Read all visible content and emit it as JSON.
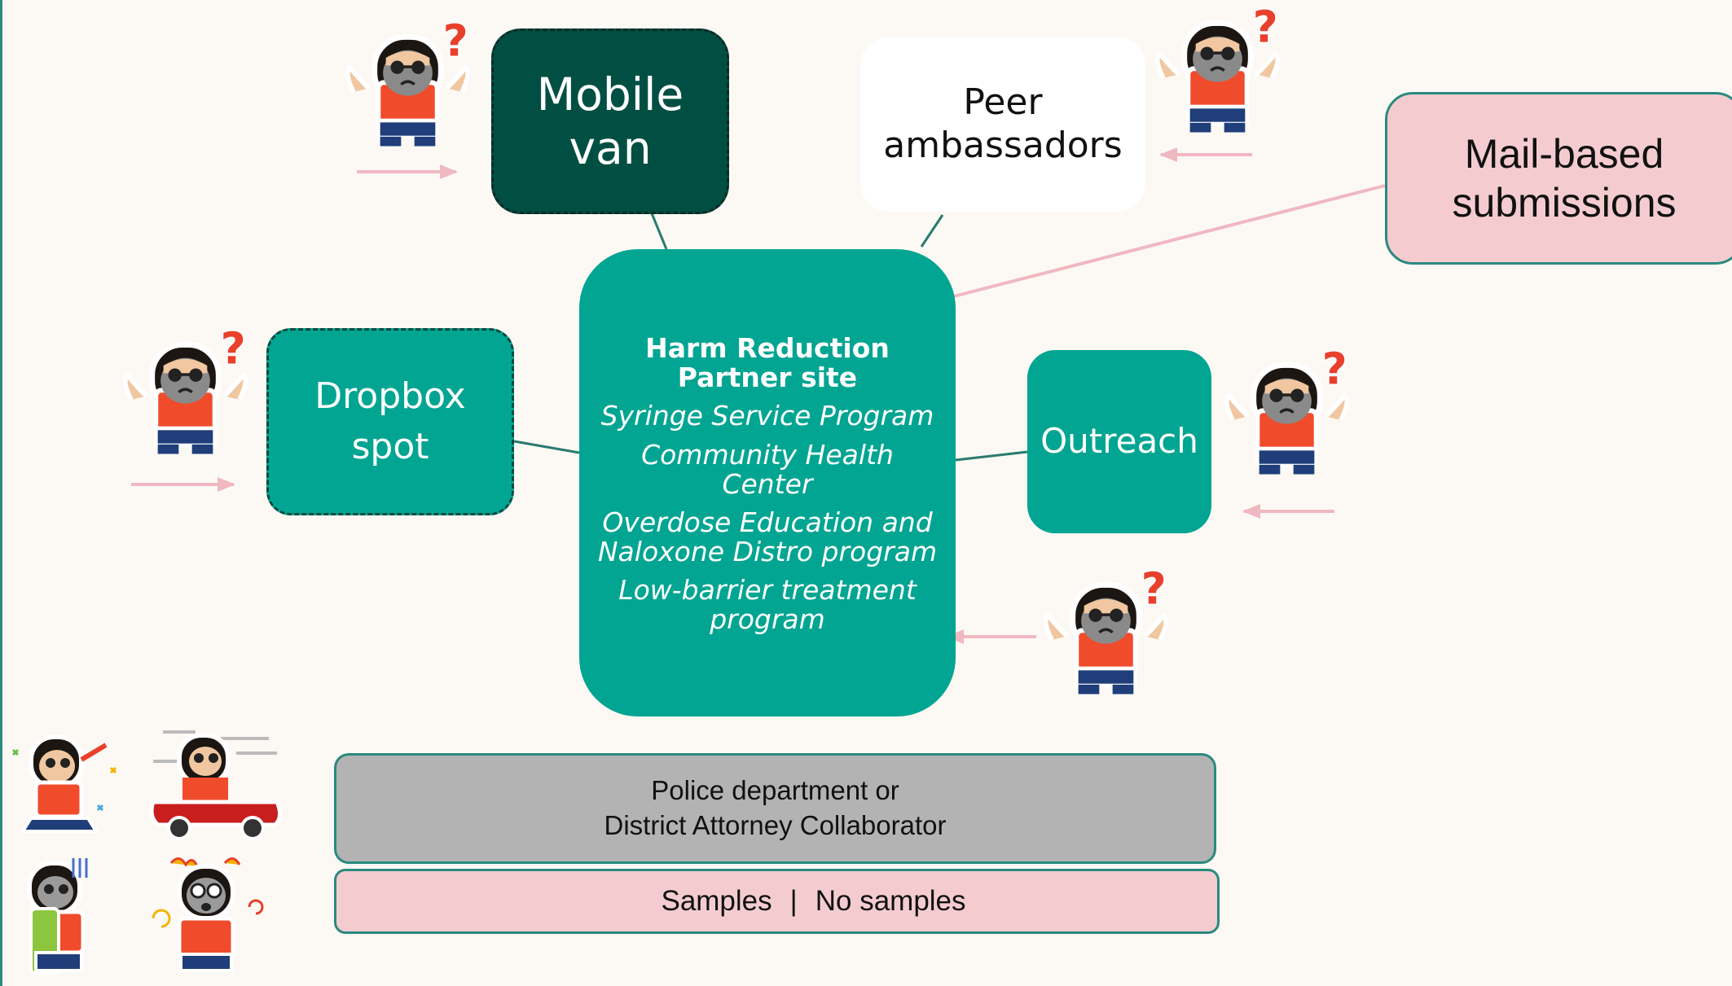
{
  "nodes": {
    "mobile_van": [
      "Mobile",
      "van"
    ],
    "peer_ambassadors": [
      "Peer",
      "ambassadors"
    ],
    "mail_based": [
      "Mail-based",
      "submissions"
    ],
    "hub": {
      "title": [
        "Harm Reduction",
        "Partner site"
      ],
      "items": [
        [
          "Syringe Service Program"
        ],
        [
          "Community Health",
          "Center"
        ],
        [
          "Overdose Education and",
          "Naloxone Distro program"
        ],
        [
          "Low-barrier treatment",
          "program"
        ]
      ]
    },
    "dropbox": [
      "Dropbox",
      "spot"
    ],
    "outreach": "Outreach",
    "police": [
      "Police department or",
      "District Attorney Collaborator"
    ]
  },
  "legend": {
    "samples": "Samples",
    "separator": "|",
    "no_samples": "No samples"
  },
  "colors": {
    "background": "#fcf9f4",
    "teal": "#01a592",
    "dark_green": "#014f43",
    "pink": "#f4ccd0",
    "gray": "#b3b3b3",
    "arrow_pink": "#f0b8c0",
    "connector": "#2a7a70"
  },
  "icons": {
    "confused_person": "confused-person-with-question-mark-icon",
    "celebrating_person": "celebrating-person-icon",
    "driving_person": "person-driving-car-icon",
    "sick_person": "sick-person-icon",
    "dizzy_person": "dizzy-person-icon"
  }
}
